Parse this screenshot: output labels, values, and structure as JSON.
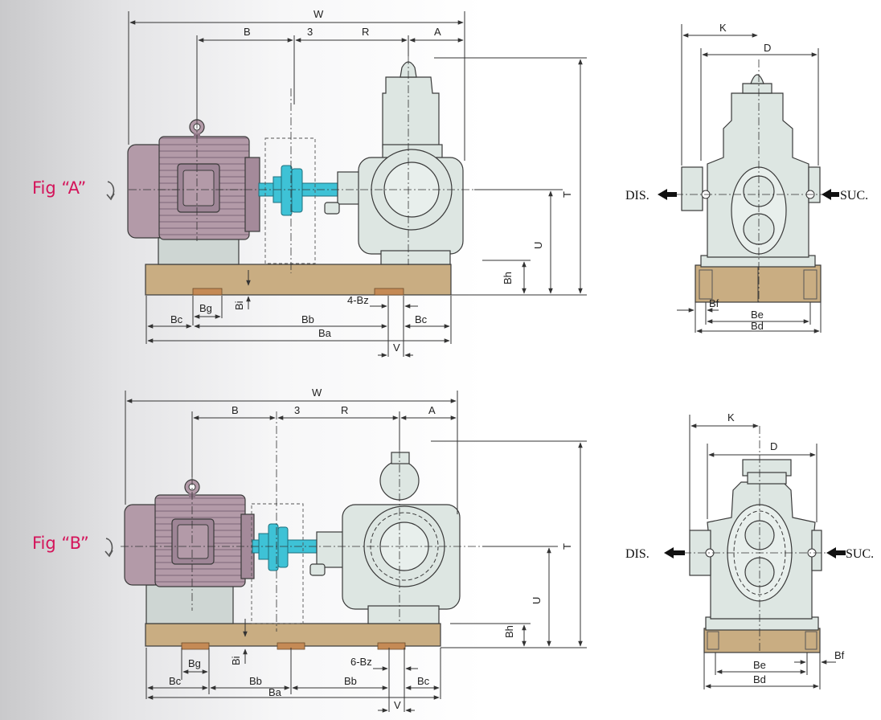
{
  "colors": {
    "label": "#d4145a",
    "motor": "#b39aa8",
    "motor_dark": "#8d7585",
    "coupling": "#3ec2d6",
    "pump": "#dde6e2",
    "base": "#c9ad82",
    "plinth": "#ced6d3",
    "bolt": "#c58a55"
  },
  "fig_a": {
    "label": "Fig “A”",
    "arrow_icon": "rotation-arrow-icon"
  },
  "fig_b": {
    "label": "Fig “B”",
    "arrow_icon": "rotation-arrow-icon"
  },
  "dims": {
    "W": "W",
    "B": "B",
    "three": "3",
    "R": "R",
    "A": "A",
    "T": "T",
    "U": "U",
    "Bh": "Bh",
    "Bi": "Bi",
    "Bg": "Bg",
    "Bc": "Bc",
    "Bb": "Bb",
    "Ba": "Ba",
    "V": "V",
    "K": "K",
    "D": "D",
    "Bf": "Bf",
    "Be": "Be",
    "Bd": "Bd",
    "bz_a": "4-Bz",
    "bz_b": "6-Bz"
  },
  "ports": {
    "dis": "DIS.",
    "suc": "SUC."
  }
}
